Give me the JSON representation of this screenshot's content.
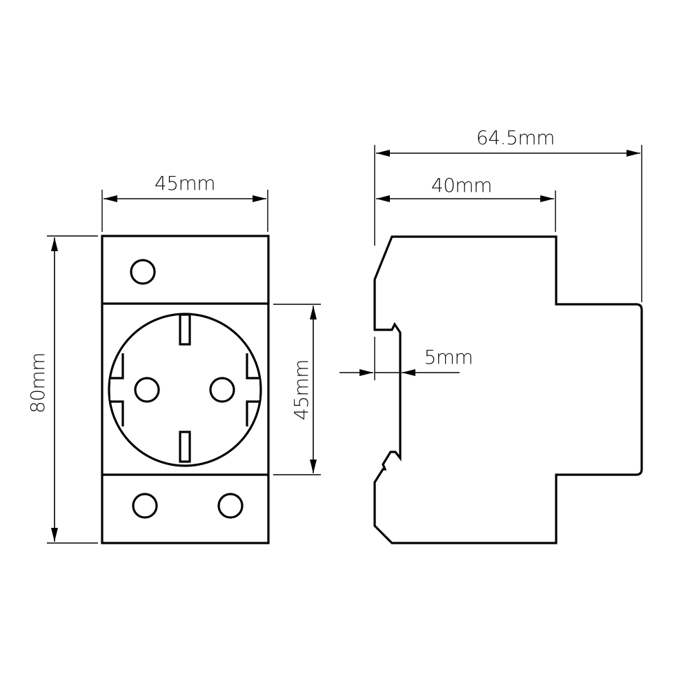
{
  "drawing": {
    "type": "technical-dimension-drawing",
    "subject": "DIN-rail mounted Schuko socket outlet",
    "line_color": "#000000",
    "background": "#ffffff"
  },
  "front_view": {
    "dimensions": {
      "width_label": "45mm",
      "height_label": "80mm",
      "socket_face_label": "45mm"
    },
    "top_section_holes": 1,
    "bottom_section_holes": 2,
    "socket": {
      "pin_holes": 2,
      "earthing_clips": 2,
      "side_notches": 4
    }
  },
  "side_view": {
    "dimensions": {
      "total_depth_label": "64.5mm",
      "body_depth_label": "40mm",
      "rail_offset_label": "5mm"
    }
  }
}
